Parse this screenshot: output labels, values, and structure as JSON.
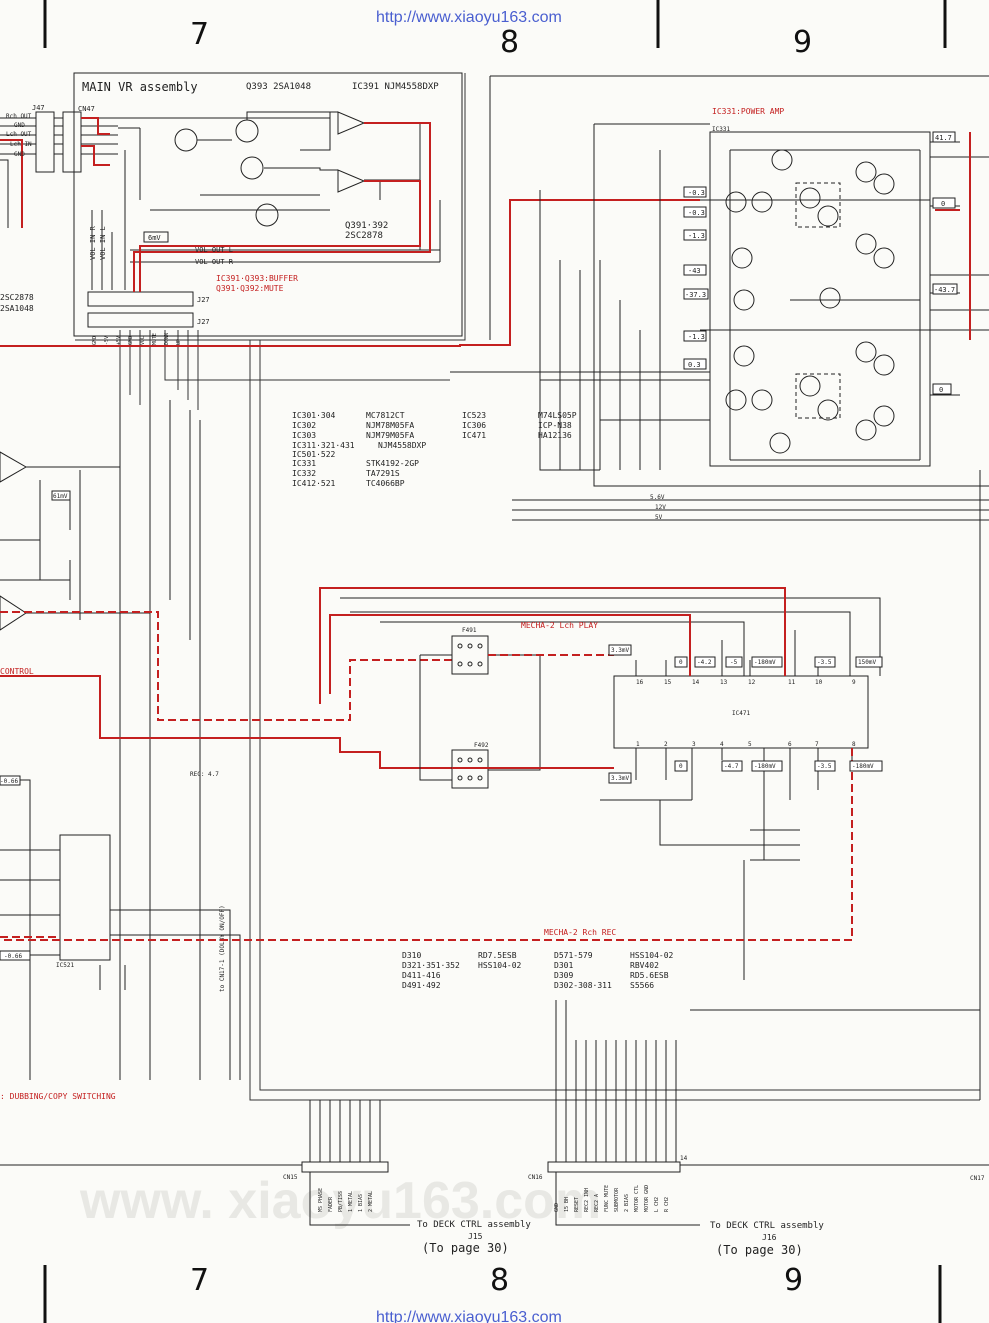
{
  "watermark_url": "http://www.xiaoyu163.com",
  "watermark_big": "www. xiaoyu163.com",
  "grid": {
    "top": [
      "7",
      "8",
      "9"
    ],
    "bottom": [
      "7",
      "8",
      "9"
    ]
  },
  "blocks": {
    "main_vr": {
      "title": "MAIN VR assembly",
      "q393": "Q393 2SA1048",
      "ic391": "IC391 NJM4558DXP",
      "q391_392": "Q391·392",
      "q391_392_part": "2SC2878",
      "buffer_label": "IC391·Q393:BUFFER",
      "mute_label": "Q391·Q392:MUTE",
      "vol_out_l": "VOL OUT L",
      "vol_out_r": "VOL OUT R",
      "vol_in_r": "VOL IN R",
      "vol_in_l": "VOL IN L",
      "cn47": "CN47",
      "j47": "J47",
      "j27": "J27",
      "connector_pins": [
        "Rch OUT",
        "GND",
        "Lch OUT",
        "Lch IN",
        "GND"
      ],
      "j27_pins": [
        "GND",
        "-5V",
        "+5V",
        "GND",
        "VOL",
        "MUTE",
        "DOWN",
        "UP"
      ],
      "left_parts": [
        "2SC2878",
        "2SA1048"
      ],
      "mv_label": "6mV"
    },
    "power_amp": {
      "title": "IC331:POWER AMP",
      "ic": "IC331",
      "levels": [
        "-0.3",
        "-0.3",
        "-1.3",
        "-43",
        "-37.3",
        "-1.3",
        "0.3",
        "41.7",
        "0",
        "-43.7",
        "0"
      ]
    },
    "ic_table": {
      "left": [
        {
          "ref": "IC301·304",
          "part": "MC7812CT"
        },
        {
          "ref": "IC302",
          "part": "NJM78M05FA"
        },
        {
          "ref": "IC303",
          "part": "NJM79M05FA"
        },
        {
          "ref": "IC311·321·431",
          "part": "NJM4558DXP"
        },
        {
          "ref": "IC501·522",
          "part": ""
        },
        {
          "ref": "IC331",
          "part": "STK4192-2GP"
        },
        {
          "ref": "IC332",
          "part": "TA7291S"
        },
        {
          "ref": "IC412·521",
          "part": "TC4066BP"
        }
      ],
      "right": [
        {
          "ref": "IC523",
          "part": "M74LS05P"
        },
        {
          "ref": "IC306",
          "part": "ICP-N38"
        },
        {
          "ref": "IC471",
          "part": "HA12136"
        }
      ]
    },
    "rails": [
      "5.6V",
      "12V",
      "5V"
    ],
    "mecha": {
      "lch_play": "MECHA-2 Lch PLAY",
      "rch_rec": "MECHA-2 Rch REC",
      "ic471": "IC471",
      "top_pins": [
        "16",
        "15",
        "14",
        "13",
        "12",
        "11",
        "10",
        "9"
      ],
      "bottom_pins": [
        "1",
        "2",
        "3",
        "4",
        "5",
        "6",
        "7",
        "8"
      ],
      "levels_top": [
        "3.3mV",
        "0",
        "-4.2",
        "-5",
        "-180mV",
        "-3.5",
        "150mV"
      ],
      "levels_bottom": [
        "3.3mV",
        "0",
        "-4.7",
        "-180mV",
        "-3.5",
        "-180mV"
      ],
      "filters": [
        "F491",
        "F492"
      ]
    },
    "left_area": {
      "control": "CONTROL",
      "dubbing": ": DUBBING/COPY SWITCHING",
      "ic521": "IC521",
      "rec_label": "REC: 4.7",
      "cn17_note": "to CN17-1 (DOLBY ON/OFF)",
      "levels": [
        "61mV",
        "-0.66",
        "-0.66"
      ]
    },
    "diode_table": {
      "col1": [
        "D310",
        "D321·351·352",
        "D411-416",
        "D491·492"
      ],
      "col2": [
        "RD7.5ESB",
        "HSS104-02",
        "",
        ""
      ],
      "col3": [
        "D571-579",
        "D301",
        "D309",
        "D302-308·311"
      ],
      "col4": [
        "HSS104-02",
        "RBV402",
        "RD5.6ESB",
        "S5566"
      ]
    },
    "connectors": {
      "cn15": {
        "name": "CN15",
        "pins": [
          "MS PHASE",
          "FADER",
          "PB/TISS",
          "1 METAL",
          "1 BIAS",
          "2 METAL"
        ],
        "to": "To DECK CTRL assembly",
        "jack": "J15",
        "page": "(To page 30)"
      },
      "cn16": {
        "name": "CN16",
        "pins": [
          "GND",
          "15 BH",
          "RESET",
          "REC2 INH",
          "REC2 A",
          "FUNC MUTE",
          "SUBMOTOR",
          "2 BIAS",
          "MOTOR CTL",
          "MOTOR GND",
          "L CH2",
          "R CH2"
        ],
        "to": "To DECK CTRL assembly",
        "jack": "J16",
        "page": "(To page 30)",
        "pin_end": "14"
      },
      "cn17": "CN17"
    }
  }
}
